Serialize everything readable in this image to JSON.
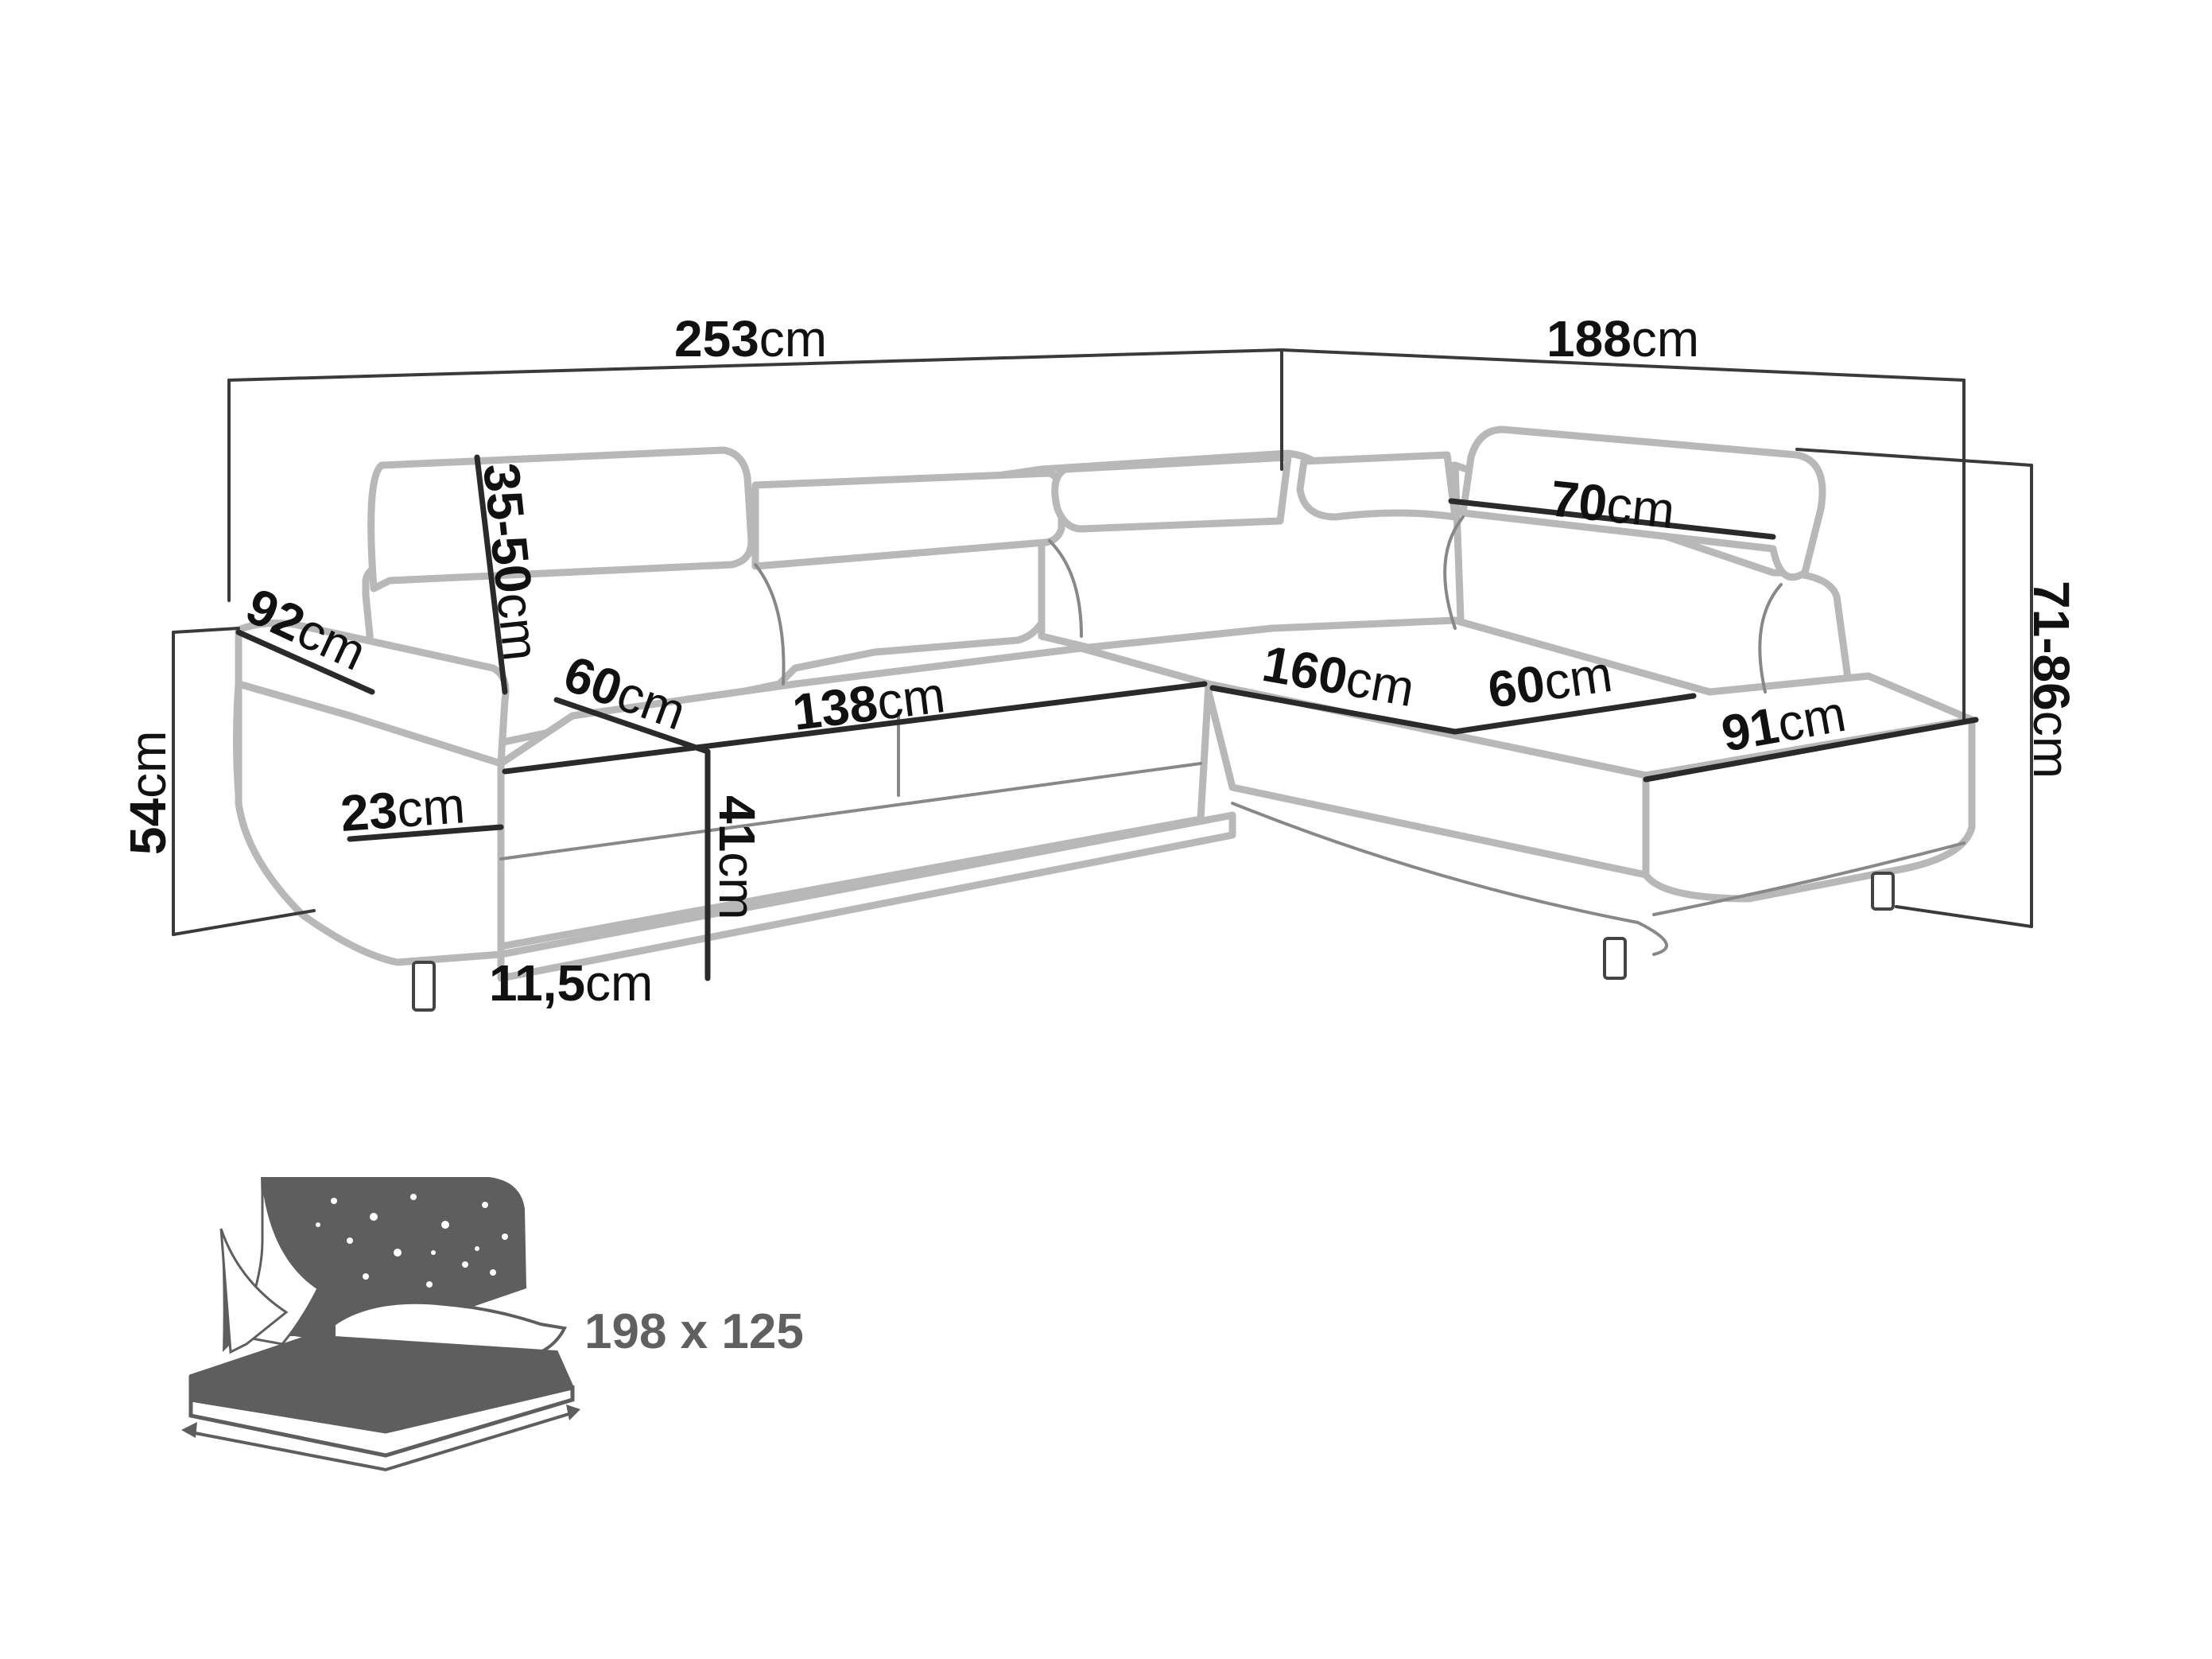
{
  "colors": {
    "background": "#ffffff",
    "outline": "#b8b8b8",
    "dimension_line": "#2a2a2a",
    "text": "#111111",
    "bed_text": "#606060",
    "bed_fill": "#5e5e5e"
  },
  "dimensions": {
    "total_width": {
      "value": "253",
      "unit": "cm"
    },
    "side_length": {
      "value": "188",
      "unit": "cm"
    },
    "headrest_width": {
      "value": "70",
      "unit": "cm"
    },
    "headrest_height": {
      "value": "35-50",
      "unit": "cm"
    },
    "armrest_depth": {
      "value": "92",
      "unit": "cm"
    },
    "seat_depth": {
      "value": "60",
      "unit": "cm"
    },
    "seat_width": {
      "value": "138",
      "unit": "cm"
    },
    "chaise_length": {
      "value": "160",
      "unit": "cm"
    },
    "chaise_seat_depth": {
      "value": "60",
      "unit": "cm"
    },
    "chaise_width": {
      "value": "91",
      "unit": "cm"
    },
    "total_height": {
      "value": "71-86",
      "unit": "cm"
    },
    "armrest_height": {
      "value": "54",
      "unit": "cm"
    },
    "armrest_width": {
      "value": "23",
      "unit": "cm"
    },
    "seat_height": {
      "value": "41",
      "unit": "cm"
    },
    "leg_height": {
      "value": "11,5",
      "unit": "cm"
    }
  },
  "sleeping_area": {
    "label": "198 x 125",
    "icon": "bed-icon"
  }
}
